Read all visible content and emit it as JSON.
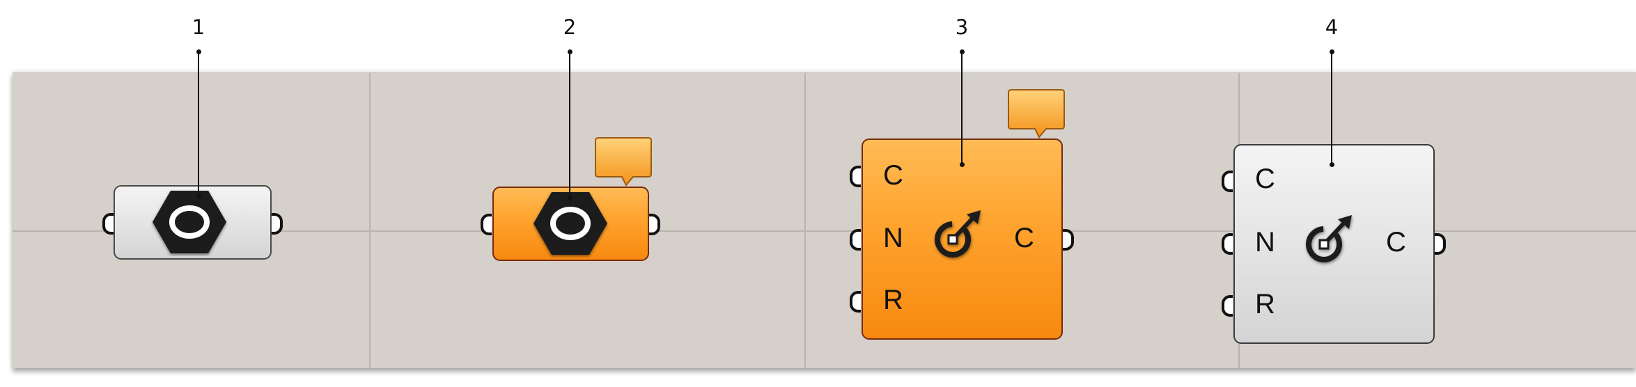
{
  "callouts": {
    "c1": "1",
    "c2": "2",
    "c3": "3",
    "c4": "4"
  },
  "components": [
    {
      "id": "param-grey",
      "state": "normal",
      "icon": "hex-nut-icon"
    },
    {
      "id": "param-orange",
      "state": "warning",
      "icon": "hex-nut-icon",
      "bubble": "orange-message-bubble-icon"
    },
    {
      "id": "circle-orange",
      "state": "warning",
      "icon": "circle-target-icon",
      "bubble": "orange-message-bubble-icon",
      "inputs": [
        "C",
        "N",
        "R"
      ],
      "outputs": [
        "C"
      ]
    },
    {
      "id": "circle-grey",
      "state": "normal",
      "icon": "circle-target-icon",
      "inputs": [
        "C",
        "N",
        "R"
      ],
      "outputs": [
        "C"
      ]
    }
  ],
  "ports": {
    "comp3": {
      "in_c": "C",
      "in_n": "N",
      "in_r": "R",
      "out_c": "C"
    },
    "comp4": {
      "in_c": "C",
      "in_n": "N",
      "in_r": "R",
      "out_c": "C"
    }
  },
  "colors": {
    "canvas": "#d5d0c9",
    "grid": "#b8b4ad",
    "orange": "#ffa530",
    "grey": "#e6e6e6"
  }
}
